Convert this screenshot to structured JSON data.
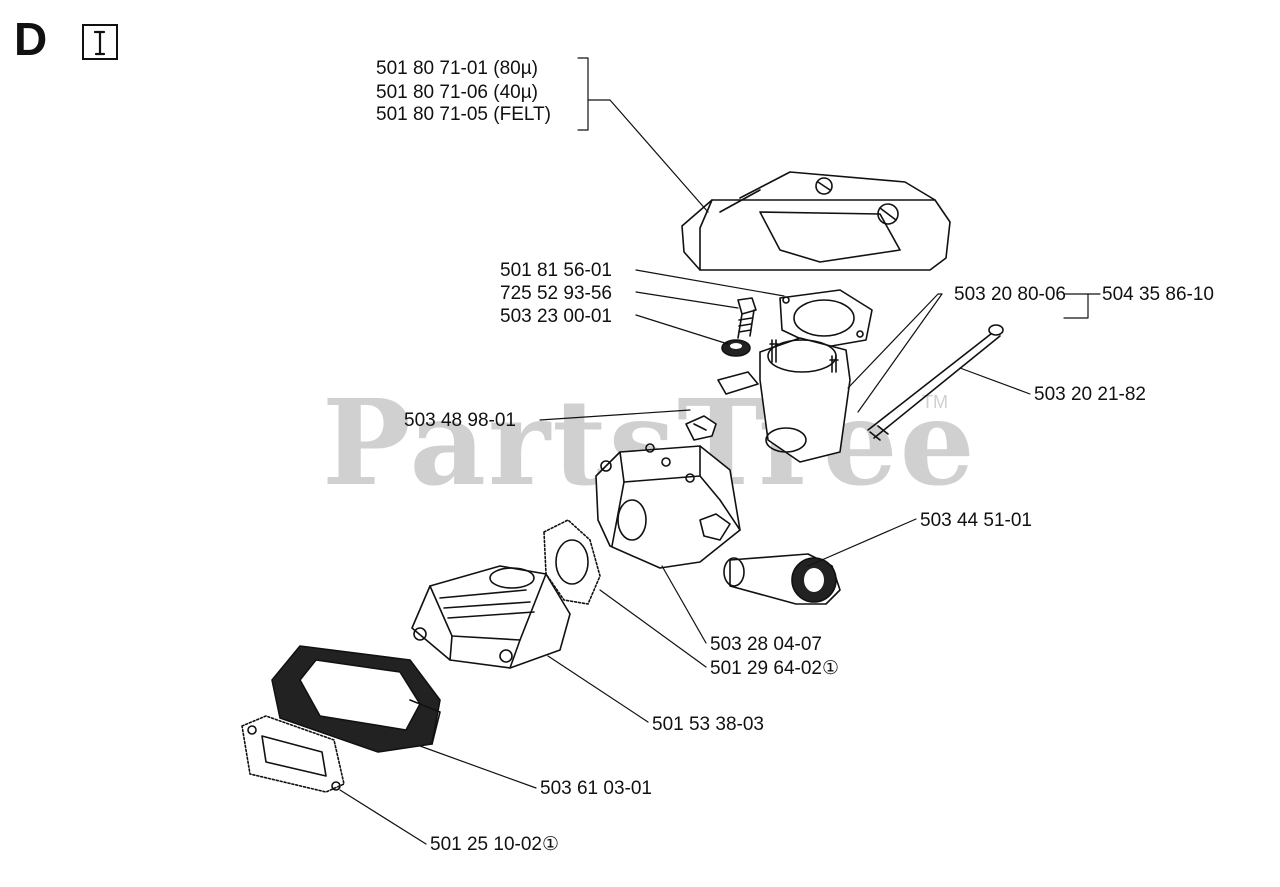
{
  "section": {
    "letter": "D"
  },
  "watermark": {
    "text": "PartsTree",
    "tm": "TM"
  },
  "parts": {
    "air_filter": [
      "501 80 71-01 (80µ)",
      "501 80 71-06 (40µ)",
      "501 80 71-05 (FELT)"
    ],
    "gasket_top": "501 81 56-01",
    "screw": "725 52 93-56",
    "washer": "503 23 00-01",
    "stud": "503 20 80-06",
    "adapter_kit": "504 35 86-10",
    "long_bolt": "503 20 21-82",
    "clip": "503 48 98-01",
    "sleeve": "503 44 51-01",
    "carburetor": "503 28 04-07",
    "carb_gasket": "501 29 64-02",
    "intake_manifold": "501 53 38-03",
    "rubber_intake": "503 61 03-01",
    "intake_gasket": "501 25 10-02"
  },
  "icons": [
    "wrench-icon",
    "circled-one-icon"
  ]
}
